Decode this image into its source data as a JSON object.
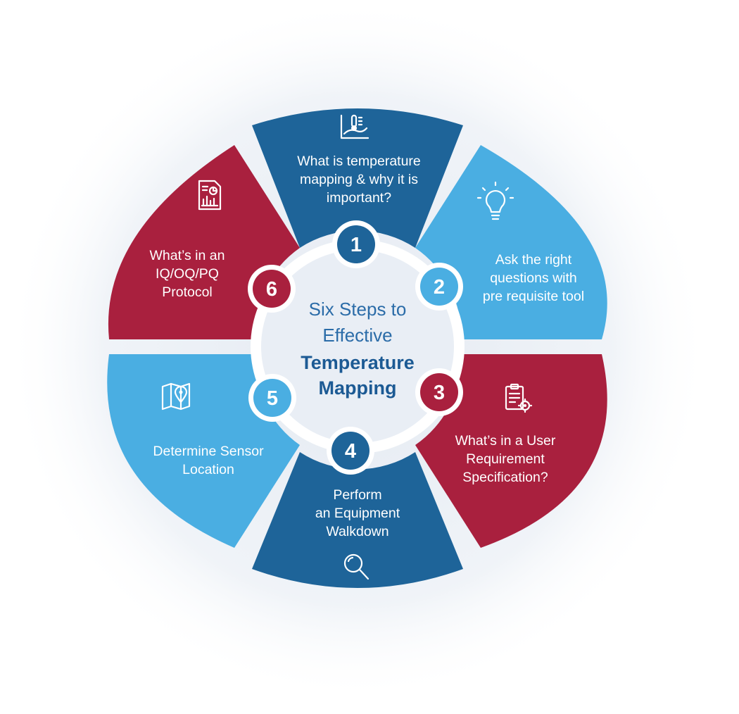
{
  "title": {
    "line1": "Six Steps to",
    "line2": "Effective",
    "line3": "Temperature",
    "line4": "Mapping"
  },
  "colors": {
    "dark_blue": "#1e6499",
    "light_blue": "#4aaee2",
    "crimson": "#a9203e",
    "center_fill": "#e9eef5",
    "center_text": "#2b6ca8",
    "center_bold": "#1c5a94"
  },
  "steps": [
    {
      "number": "1",
      "lines": [
        "What is temperature",
        "mapping & why it is",
        "important?"
      ],
      "icon": "thermometer-chart-icon",
      "color": "dark_blue"
    },
    {
      "number": "2",
      "lines": [
        "Ask the right",
        "questions with",
        "pre requisite tool"
      ],
      "icon": "lightbulb-icon",
      "color": "light_blue"
    },
    {
      "number": "3",
      "lines": [
        "What’s in a User",
        "Requirement",
        "Specification?"
      ],
      "icon": "clipboard-gear-icon",
      "color": "crimson"
    },
    {
      "number": "4",
      "lines": [
        "Perform",
        "an Equipment",
        "Walkdown"
      ],
      "icon": "magnifier-icon",
      "color": "dark_blue"
    },
    {
      "number": "5",
      "lines": [
        "Determine Sensor",
        "Location"
      ],
      "icon": "map-pin-icon",
      "color": "light_blue"
    },
    {
      "number": "6",
      "lines": [
        "What’s in an",
        "IQ/OQ/PQ",
        "Protocol"
      ],
      "icon": "report-icon",
      "color": "crimson"
    }
  ]
}
